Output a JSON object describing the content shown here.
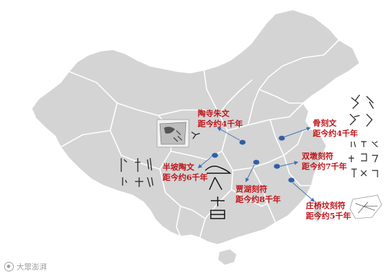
{
  "colors": {
    "land": "#d4d4d4",
    "province_border": "#ffffff",
    "label_red": "#c0141a",
    "site_dot": "#2f5fa8",
    "arrow": "#3f6fb8"
  },
  "sites": [
    {
      "id": "taosi",
      "name": "陶寺朱文",
      "age": "距今约4千年"
    },
    {
      "id": "banpo",
      "name": "半坡陶文",
      "age": "距今约6千年"
    },
    {
      "id": "jiahu",
      "name": "贾湖刻符",
      "age": "距今约8千年"
    },
    {
      "id": "gukewen",
      "name": "骨刻文",
      "age": "距今约4千年"
    },
    {
      "id": "shuangdun",
      "name": "双墩刻符",
      "age": "距今约7千年"
    },
    {
      "id": "zhuangqiao",
      "name": "庄桥坟刻符",
      "age": "距今约5千年"
    }
  ],
  "watermark": {
    "text": "大眾澎湃",
    "icon": "weibo-icon"
  }
}
